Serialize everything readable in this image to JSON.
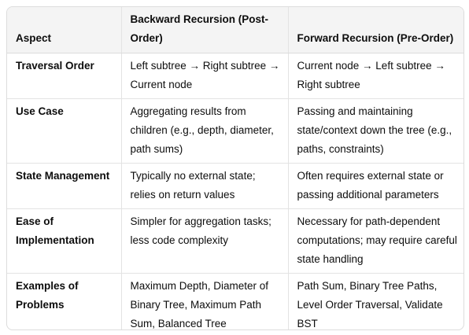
{
  "table": {
    "headers": [
      "Aspect",
      "Backward Recursion (Post-Order)",
      "Forward Recursion (Pre-Order)"
    ],
    "rows": [
      {
        "aspect": "Traversal Order",
        "backward": "Left subtree → Right subtree → Current node",
        "forward": "Current node → Left subtree → Right subtree"
      },
      {
        "aspect": "Use Case",
        "backward": "Aggregating results from children (e.g., depth, diameter, path sums)",
        "forward": "Passing and maintaining state/context down the tree (e.g., paths, constraints)"
      },
      {
        "aspect": "State Management",
        "backward": "Typically no external state; relies on return values",
        "forward": "Often requires external state or passing additional parameters"
      },
      {
        "aspect": "Ease of Implementation",
        "backward": "Simpler for aggregation tasks; less code complexity",
        "forward": "Necessary for path-dependent computations; may require careful state handling"
      },
      {
        "aspect": "Examples of Problems",
        "backward": "Maximum Depth, Diameter of Binary Tree, Maximum Path Sum, Balanced Tree",
        "forward": "Path Sum, Binary Tree Paths, Level Order Traversal, Validate BST"
      }
    ]
  }
}
